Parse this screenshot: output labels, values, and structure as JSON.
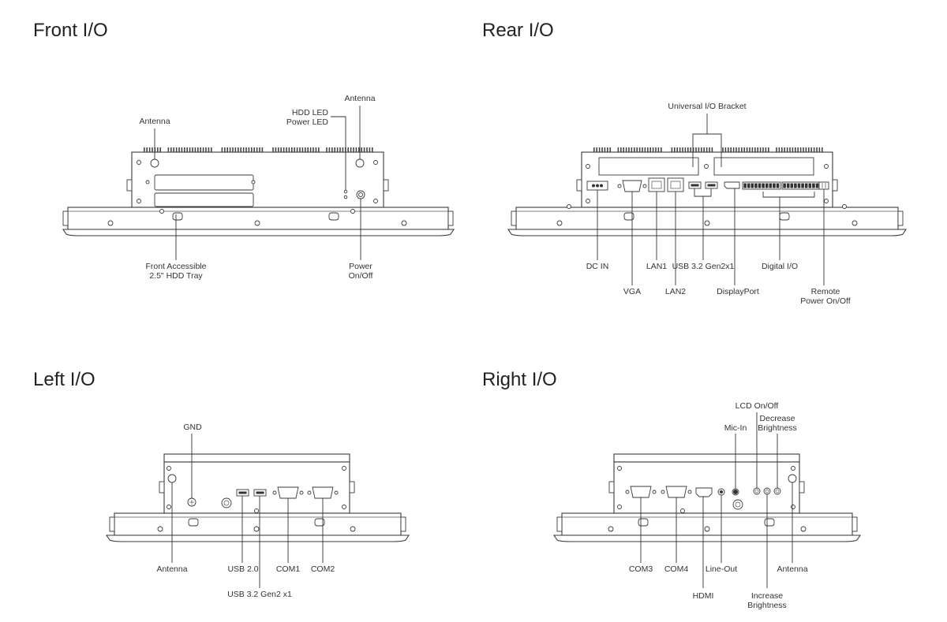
{
  "sections": {
    "front": {
      "title": "Front I/O",
      "labels": {
        "antenna_left": "Antenna",
        "hdd_led": "HDD LED",
        "power_led": "Power LED",
        "antenna_right": "Antenna",
        "hdd_tray_1": "Front Accessible",
        "hdd_tray_2": "2.5\" HDD Tray",
        "power_1": "Power",
        "power_2": "On/Off"
      }
    },
    "rear": {
      "title": "Rear I/O",
      "labels": {
        "bracket": "Universal I/O Bracket",
        "dc_in": "DC IN",
        "vga": "VGA",
        "lan1": "LAN1",
        "lan2": "LAN2",
        "usb": "USB 3.2 Gen2x1",
        "displayport": "DisplayPort",
        "digital_io": "Digital I/O",
        "remote_1": "Remote",
        "remote_2": "Power On/Off"
      }
    },
    "left": {
      "title": "Left I/O",
      "labels": {
        "gnd": "GND",
        "antenna": "Antenna",
        "usb20": "USB 2.0",
        "com1": "COM1",
        "com2": "COM2",
        "usb32": "USB 3.2 Gen2 x1"
      }
    },
    "right": {
      "title": "Right I/O",
      "labels": {
        "lcd": "LCD On/Off",
        "mic": "Mic-In",
        "dec_1": "Decrease",
        "dec_2": "Brightness",
        "com3": "COM3",
        "com4": "COM4",
        "lineout": "Line-Out",
        "antenna": "Antenna",
        "hdmi": "HDMI",
        "inc_1": "Increase",
        "inc_2": "Brightness"
      }
    }
  }
}
